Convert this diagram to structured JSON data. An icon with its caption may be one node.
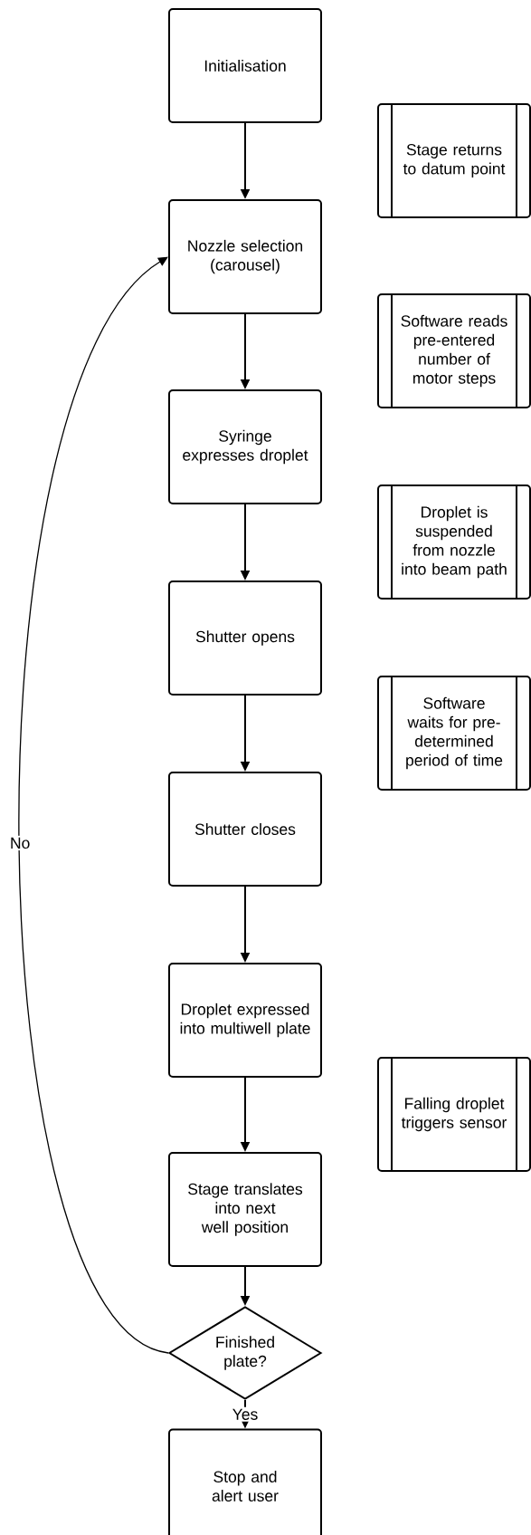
{
  "diagram": {
    "nodes": [
      {
        "text": [
          "Initialisation"
        ]
      },
      {
        "text": [
          "Nozzle selection (carousel)"
        ]
      },
      {
        "text": [
          "Syringe expresses droplet"
        ]
      },
      {
        "text": [
          "Shutter opens"
        ]
      },
      {
        "text": [
          "Shutter closes"
        ]
      },
      {
        "text": [
          "Droplet expressed into multiwell plate"
        ]
      },
      {
        "text": [
          "Stage translates into next well position"
        ]
      },
      {
        "text": [
          "Finished plate?"
        ]
      },
      {
        "text": [
          "Stop and alert user"
        ]
      },
      {
        "text": [
          "Stage returns to datum point"
        ]
      },
      {
        "text": [
          "Software reads pre-entered number of motor steps"
        ]
      },
      {
        "text": [
          "Droplet is suspended from nozzle into beam path"
        ]
      },
      {
        "text": [
          "Software waits for pre-determined period of time"
        ]
      },
      {
        "text": [
          "Falling droplet triggers sensor"
        ]
      }
    ],
    "edges": [
      {
        "from": 0,
        "to": 1,
        "arrow": "to"
      },
      {
        "from": 1,
        "to": 2,
        "arrow": "to"
      },
      {
        "from": 2,
        "to": 3,
        "arrow": "to"
      },
      {
        "from": 3,
        "to": 4,
        "arrow": "to"
      },
      {
        "from": 4,
        "to": 5,
        "arrow": "to"
      },
      {
        "from": 5,
        "to": 6,
        "arrow": "to"
      },
      {
        "from": 6,
        "to": 7,
        "arrow": "to"
      },
      {
        "from": 7,
        "to": 8,
        "arrow": "to",
        "label": "Yes"
      },
      {
        "from": 7,
        "to": 1,
        "arrow": "to",
        "label": "No"
      }
    ]
  }
}
